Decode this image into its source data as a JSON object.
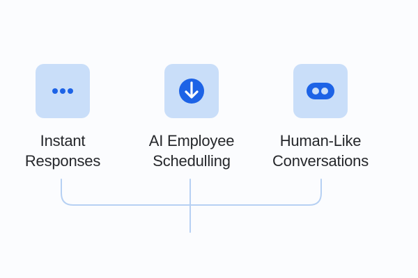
{
  "colors": {
    "background": "#fbfcfe",
    "tile": "#c9def9",
    "accent": "#1d63e6",
    "connector": "#b6d0f3",
    "text": "#25272b"
  },
  "features": [
    {
      "icon": "three-dots-icon",
      "title_line1": "Instant",
      "title_line2": "Responses"
    },
    {
      "icon": "download-arrow-circle-icon",
      "title_line1": "AI Employee",
      "title_line2": "Schedulling"
    },
    {
      "icon": "toggle-dots-icon",
      "title_line1": "Human-Like",
      "title_line2": "Conversations"
    }
  ]
}
